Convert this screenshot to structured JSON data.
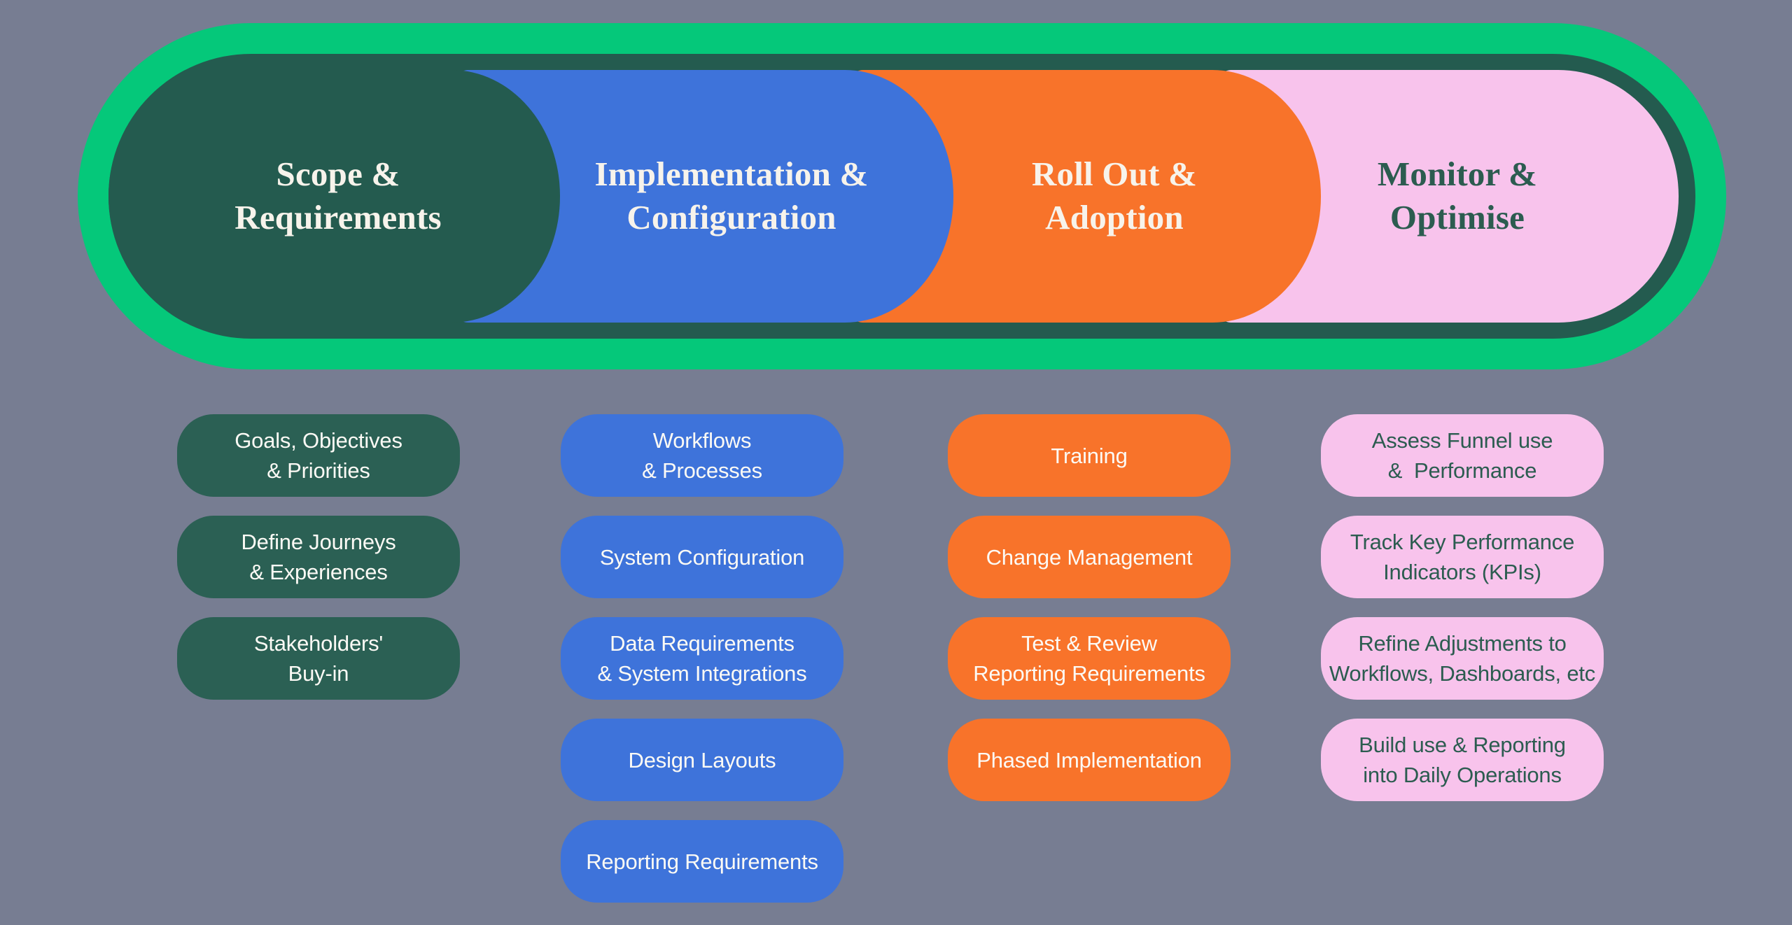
{
  "background_color": "#777D92",
  "banner": {
    "outer_ring_color": "#05C87A",
    "inner_ring_color": "#245B4F",
    "phases": [
      {
        "id": "scope-requirements",
        "label": "Scope &\nRequirements",
        "fill": "#245B4F",
        "text_color": "#F7F3EB"
      },
      {
        "id": "implementation-configuration",
        "label": "Implementation &\nConfiguration",
        "fill": "#3E73DA",
        "text_color": "#F7F3EB"
      },
      {
        "id": "roll-out-adoption",
        "label": "Roll Out &\nAdoption",
        "fill": "#F8732A",
        "text_color": "#F7F3EB"
      },
      {
        "id": "monitor-optimise",
        "label": "Monitor &\nOptimise",
        "fill": "#F8C3EC",
        "text_color": "#2C5C50"
      }
    ]
  },
  "columns": [
    {
      "phase": "scope-requirements",
      "fill": "#2B6054",
      "text_color": "#FCFAF5",
      "pills": [
        "Goals, Objectives\n& Priorities",
        "Define Journeys\n& Experiences",
        "Stakeholders'\nBuy-in"
      ]
    },
    {
      "phase": "implementation-configuration",
      "fill": "#3E73DA",
      "text_color": "#FCFAF5",
      "pills": [
        "Workflows\n& Processes",
        "System Configuration",
        "Data Requirements\n& System Integrations",
        "Design Layouts",
        "Reporting Requirements"
      ]
    },
    {
      "phase": "roll-out-adoption",
      "fill": "#F8732A",
      "text_color": "#FCFAF5",
      "pills": [
        "Training",
        "Change Management",
        "Test & Review\nReporting Requirements",
        "Phased Implementation"
      ]
    },
    {
      "phase": "monitor-optimise",
      "fill": "#F8C3EC",
      "text_color": "#2C5C50",
      "pills": [
        "Assess Funnel use\n&  Performance",
        "Track Key Performance\nIndicators (KPIs)",
        "Refine Adjustments to\nWorkflows, Dashboards, etc",
        "Build use & Reporting\ninto Daily Operations"
      ]
    }
  ]
}
